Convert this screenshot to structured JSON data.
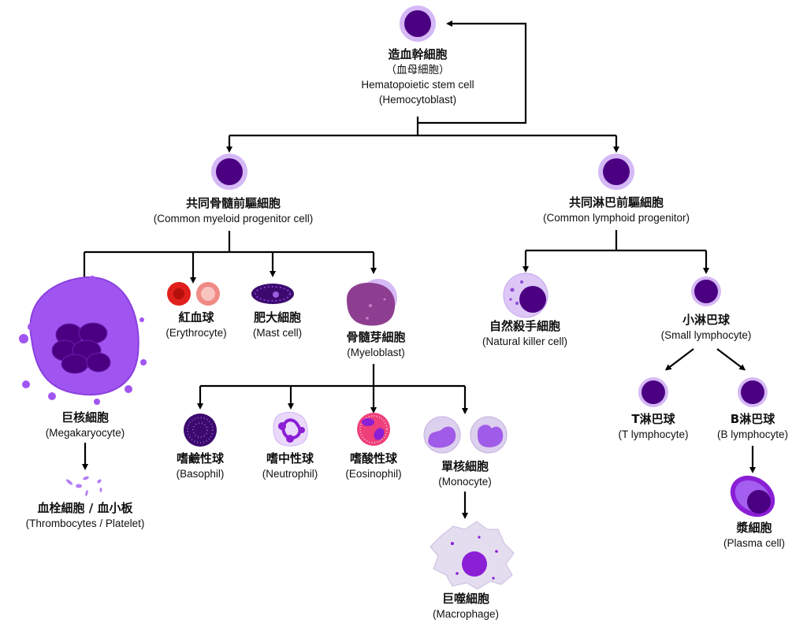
{
  "hsc": {
    "zh": "造血幹細胞",
    "alt": "（血母細胞）",
    "en": "Hematopoietic stem cell",
    "en2": "(Hemocytoblast)"
  },
  "cmp": {
    "zh": "共同骨髓前驅細胞",
    "en": "(Common myeloid progenitor cell)"
  },
  "clp": {
    "zh": "共同淋巴前驅細胞",
    "en": "(Common lymphoid progenitor)"
  },
  "megakaryocyte": {
    "zh": "巨核細胞",
    "en": "(Megakaryocyte)"
  },
  "platelet": {
    "zh": "血栓細胞 / 血小板",
    "en": "(Thrombocytes / Platelet)"
  },
  "erythrocyte": {
    "zh": "紅血球",
    "en": "(Erythrocyte)"
  },
  "mast": {
    "zh": "肥大細胞",
    "en": "(Mast cell)"
  },
  "myeloblast": {
    "zh": "骨髓芽細胞",
    "en": "(Myeloblast)"
  },
  "basophil": {
    "zh": "嗜鹼性球",
    "en": "(Basophil)"
  },
  "neutrophil": {
    "zh": "嗜中性球",
    "en": "(Neutrophil)"
  },
  "eosinophil": {
    "zh": "嗜酸性球",
    "en": "(Eosinophil)"
  },
  "monocyte": {
    "zh": "單核細胞",
    "en": "(Monocyte)"
  },
  "macrophage": {
    "zh": "巨噬細胞",
    "en": "(Macrophage)"
  },
  "nk": {
    "zh": "自然殺手細胞",
    "en": "(Natural killer cell)"
  },
  "small_lymph": {
    "zh": "小淋巴球",
    "en": "(Small lymphocyte)"
  },
  "t_lymph": {
    "zh": "T淋巴球",
    "en": "(T lymphocyte)"
  },
  "b_lymph": {
    "zh": "B淋巴球",
    "en": "(B lymphocyte)"
  },
  "plasma": {
    "zh": "漿細胞",
    "en": "(Plasma cell)"
  },
  "colors": {
    "nucleus": "#4b0082",
    "cytoplasm": "#c9a6f5",
    "megakaryocyte": "#a155f0",
    "erythrocyte": "#e0201c",
    "eosinophil": "#ee3f7a"
  }
}
